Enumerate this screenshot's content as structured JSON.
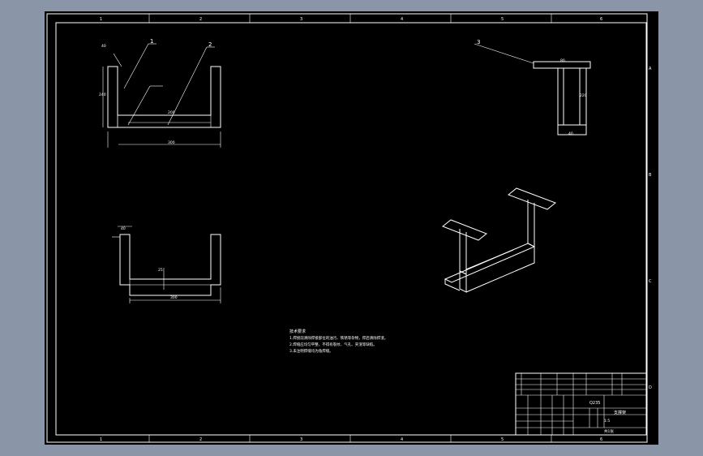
{
  "colors": {
    "background": "#8a95a8",
    "sheet": "#000000",
    "lines": "#ffffff"
  },
  "zones": {
    "top": [
      "1",
      "2",
      "3",
      "4",
      "5",
      "6"
    ],
    "bottom": [
      "1",
      "2",
      "3",
      "4",
      "5",
      "6"
    ],
    "right": [
      "A",
      "B",
      "C",
      "D"
    ]
  },
  "callouts": {
    "part1": "1",
    "part2": "2",
    "part3": "3"
  },
  "dims": {
    "v1_top": "40",
    "v1_height": "240",
    "v1_inner": "200",
    "v1_width": "300",
    "v2_small": "40",
    "v2_height": "25",
    "v2_width": "300",
    "v3_top": "80",
    "v3_height": "220",
    "v3_bottom": "40"
  },
  "tech_req": {
    "heading": "技术要求",
    "lines": [
      "1.焊接前清除焊接部位的油污、铁锈等杂物，焊后清除焊渣。",
      "2.焊缝应均匀平整，不得有裂纹、气孔、夹渣等缺陷。",
      "3.未注明焊缝均为角焊缝。"
    ]
  },
  "title_block": {
    "title": "支撑架",
    "material": "Q235",
    "scale": "1:5",
    "sheet": "共1张"
  }
}
